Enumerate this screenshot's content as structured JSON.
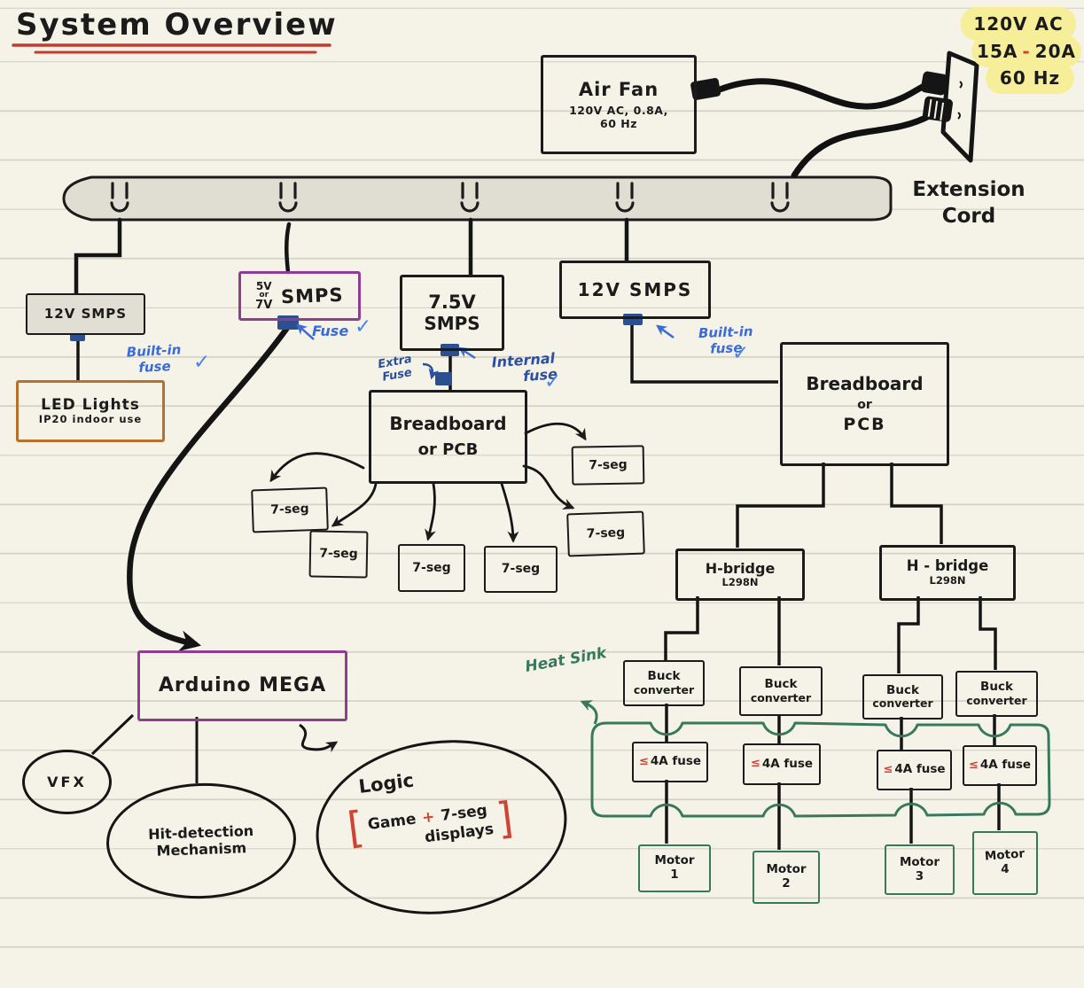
{
  "title": "System Overview",
  "power_rating": {
    "line1": "120V AC",
    "amp_low": "15A",
    "dash": "-",
    "amp_high": "20A",
    "line3": "60 Hz"
  },
  "air_fan": {
    "name": "Air Fan",
    "spec1": "120V AC, 0.8A,",
    "spec2": "60 Hz"
  },
  "extension_cord": {
    "line1": "Extension",
    "line2": "Cord"
  },
  "smps_12v_left": {
    "label": "12V SMPS"
  },
  "note_built_in_left": {
    "line1": "Built-in",
    "line2": "fuse",
    "check": "✓"
  },
  "led_lights": {
    "name": "LED Lights",
    "spec": "IP20 indoor use"
  },
  "smps_5v_7v": {
    "v_top": "5V",
    "v_or": "or",
    "v_bottom": "7V",
    "label": "SMPS"
  },
  "note_fuse": {
    "label": "Fuse",
    "check": "✓"
  },
  "smps_7_5v": {
    "line1": "7.5V",
    "line2": "SMPS"
  },
  "note_extra_fuse": {
    "line1": "Extra",
    "line2": "Fuse"
  },
  "note_internal_fuse": {
    "line1": "Internal",
    "line2": "fuse",
    "check": "✓"
  },
  "smps_12v_right": {
    "label": "12V SMPS"
  },
  "note_built_in_right": {
    "line1": "Built-in",
    "line2": "fuse",
    "check": "✓"
  },
  "breadboard_mid": {
    "line1": "Breadboard",
    "line2": "or PCB"
  },
  "breadboard_right": {
    "line1": "Breadboard",
    "line2": "or",
    "line3": "PCB"
  },
  "seven_seg": [
    "7-seg",
    "7-seg",
    "7-seg",
    "7-seg",
    "7-seg",
    "7-seg"
  ],
  "h_bridges": [
    {
      "name": "H-bridge",
      "chip": "L298N"
    },
    {
      "name": "H - bridge",
      "chip": "L298N"
    }
  ],
  "heat_sink_label": "Heat Sink",
  "buck_converters": [
    {
      "line1": "Buck",
      "line2": "converter"
    },
    {
      "line1": "Buck",
      "line2": "converter"
    },
    {
      "line1": "Buck",
      "line2": "converter"
    },
    {
      "line1": "Buck",
      "line2": "converter"
    }
  ],
  "fuses": [
    {
      "symbol": "≤",
      "label": "4A fuse"
    },
    {
      "symbol": "≤",
      "label": "4A fuse"
    },
    {
      "symbol": "≤",
      "label": "4A fuse"
    },
    {
      "symbol": "≤",
      "label": "4A fuse"
    }
  ],
  "motors": [
    {
      "label": "Motor",
      "number": "1"
    },
    {
      "label": "Motor",
      "number": "2"
    },
    {
      "label": "Motor",
      "number": "3"
    },
    {
      "label": "Motor",
      "number": "4"
    }
  ],
  "arduino": {
    "label": "Arduino MEGA"
  },
  "vfx": {
    "label": "VFX"
  },
  "hit_detection": {
    "line1": "Hit-detection",
    "line2": "Mechanism"
  },
  "logic": {
    "title": "Logic",
    "bracket_open": "[",
    "item1": "Game",
    "plus": "+",
    "item2": "7-seg",
    "item3": "displays",
    "bracket_close": "]"
  },
  "colors": {
    "background": "#f5f3e7",
    "ink": "#1b1b1b",
    "red": "#cf4433",
    "blue": "#3a6bd8",
    "navy": "#2c4f9e",
    "green": "#37795c",
    "purple": "#8f3d92",
    "orange": "#b5702d",
    "yellow": "#f7ee9a",
    "gray_fill": "#e1dfd4",
    "connector": "#2d4f8e"
  }
}
